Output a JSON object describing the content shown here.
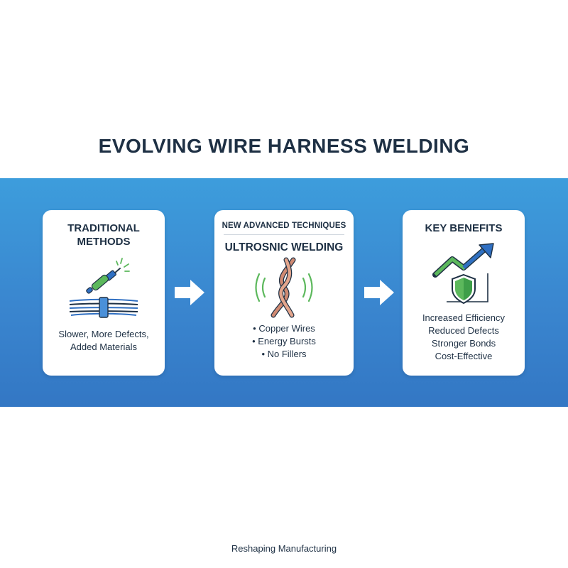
{
  "title": "EVOLVING WIRE HARNESS WELDING",
  "cards": [
    {
      "title_line1": "TRADITIONAL",
      "title_line2": "METHODS",
      "icons": [
        "soldering-iron-icon",
        "wire-bundle-icon"
      ],
      "text_lines": [
        "Slower, More Defects,",
        "Added Materials"
      ]
    },
    {
      "kicker": "NEW ADVANCED TECHNIQUES",
      "title": "ULTROSNIC WELDING",
      "icons": [
        "twisted-copper-wires-icon",
        "ultrasonic-waves-icon"
      ],
      "bullets": [
        "Copper Wires",
        "Energy Bursts",
        "No Fillers"
      ]
    },
    {
      "title": "KEY BENEFITS",
      "icons": [
        "rising-arrow-icon",
        "shield-icon"
      ],
      "benefits": [
        "Increased Efficiency",
        "Reduced Defects",
        "Stronger Bonds",
        "Cost-Effective"
      ]
    }
  ],
  "colors": {
    "band": "#3a86cf",
    "card": "#ffffff",
    "text": "#1e3044",
    "green": "#5cb85c",
    "blue": "#2f6fc2",
    "copper": "#d08a72"
  },
  "footer": "Reshaping Manufacturing"
}
